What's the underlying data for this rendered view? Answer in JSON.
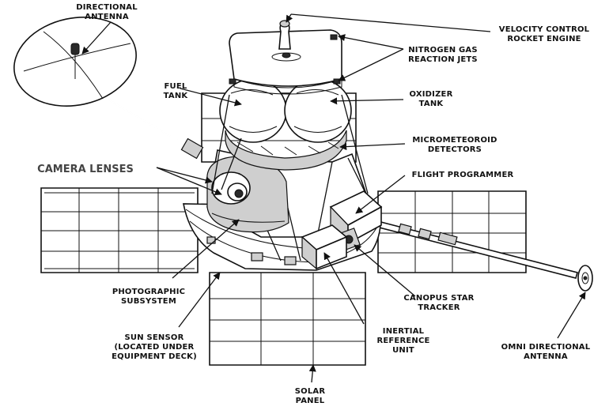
{
  "labels": {
    "directional_antenna": [
      "DIRECTIONAL",
      "ANTENNA"
    ],
    "fuel_tank": [
      "FUEL",
      "TANK"
    ],
    "camera_lenses": [
      "CAMERA LENSES"
    ],
    "velocity_control": [
      "VELOCITY CONTROL",
      "ROCKET ENGINE"
    ],
    "nitrogen_jets": [
      "NITROGEN GAS",
      "REACTION JETS"
    ],
    "oxidizer_tank": [
      "OXIDIZER",
      "TANK"
    ],
    "micrometeoroid": [
      "MICROMETEOROID",
      "DETECTORS"
    ],
    "flight_programmer": [
      "FLIGHT PROGRAMMER"
    ],
    "photographic": [
      "PHOTOGRAPHIC",
      "SUBSYSTEM"
    ],
    "sun_sensor": [
      "SUN SENSOR",
      "(LOCATED UNDER",
      "EQUIPMENT DECK)"
    ],
    "canopus": [
      "CANOPUS STAR",
      "TRACKER"
    ],
    "inertial": [
      "INERTIAL",
      "REFERENCE",
      "UNIT"
    ],
    "omni": [
      "OMNI DIRECTIONAL",
      "ANTENNA"
    ],
    "solar_panel": [
      "SOLAR",
      "PANEL"
    ]
  }
}
